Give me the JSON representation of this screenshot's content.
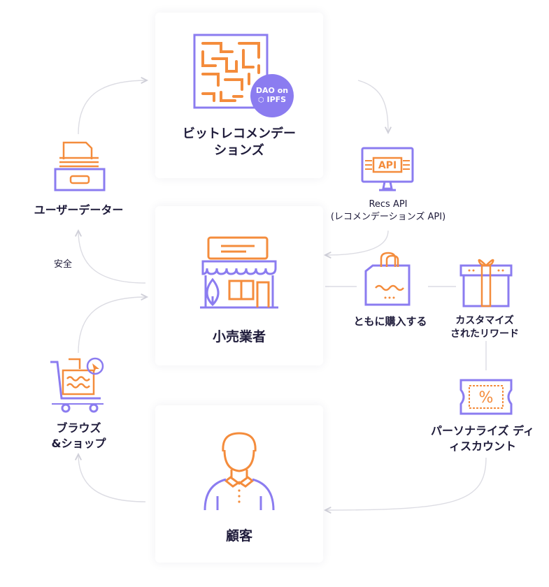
{
  "nodes": {
    "bit_recs": {
      "line1": "ビットレコメンデー",
      "line2": "ションズ",
      "badge_line1": "DAO on",
      "badge_line2": "IPFS"
    },
    "recs_api": {
      "line1": "Recs API",
      "line2": "(レコメンデーションズ API)"
    },
    "user_data": {
      "label": "ユーザーデーター"
    },
    "secure": {
      "label": "安全"
    },
    "retailer": {
      "label": "小売業者"
    },
    "buy_together": {
      "label": "ともに購入する"
    },
    "custom_reward": {
      "line1": "カスタマイズ",
      "line2": "されたリワード"
    },
    "browse_shop": {
      "line1": "ブラウズ",
      "line2": "&ショップ"
    },
    "personal_discount": {
      "line1": "パーソナライズ ディ",
      "line2": "ィスカウント"
    },
    "customer": {
      "label": "顧客"
    }
  },
  "colors": {
    "purple": "#8b7cf0",
    "orange": "#f48c3c",
    "navy": "#1e1b3a",
    "arrow": "#d7d7df"
  }
}
